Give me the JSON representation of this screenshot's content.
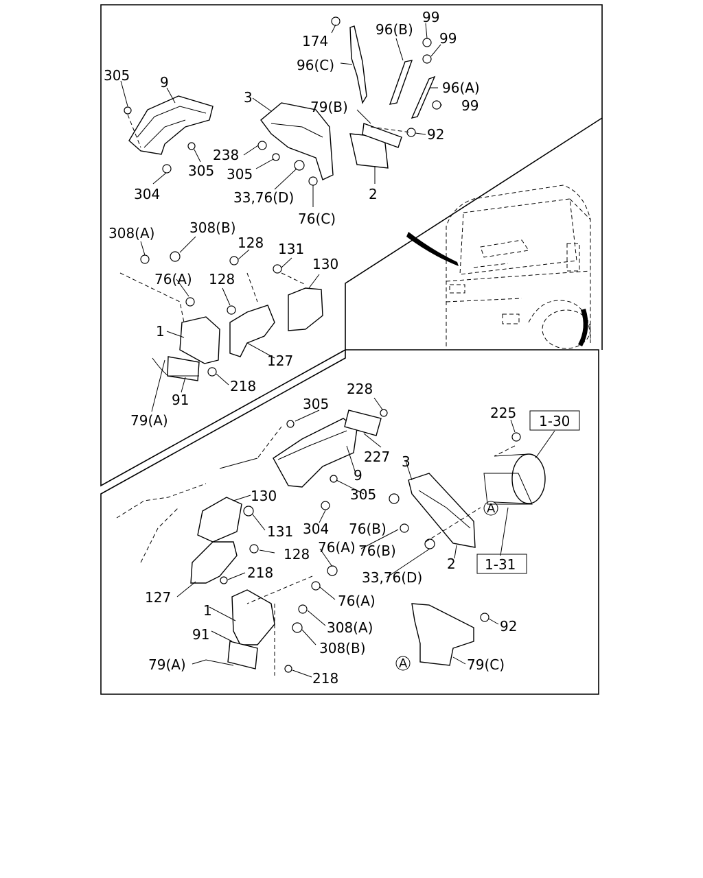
{
  "labels": {
    "top": {
      "l174": "174",
      "l96c": "96(C)",
      "l96b": "96(B)",
      "l99a": "99",
      "l99b": "99",
      "l96a": "96(A)",
      "l99c": "99",
      "l305a": "305",
      "l9": "9",
      "l3": "3",
      "l79b": "79(B)",
      "l92": "92",
      "l238": "238",
      "l305b": "305",
      "l305c": "305",
      "l304": "304",
      "l3376d": "33,76(D)",
      "l76c": "76(C)",
      "l2": "2"
    },
    "middle": {
      "l308a": "308(A)",
      "l308b": "308(B)",
      "l128a": "128",
      "l131": "131",
      "l130": "130",
      "l76a": "76(A)",
      "l128b": "128",
      "l1": "1",
      "l127": "127",
      "l218": "218",
      "l91": "91",
      "l79a": "79(A)"
    },
    "bottom": {
      "l228": "228",
      "l305a": "305",
      "l225": "225",
      "ref130": "1-30",
      "l227": "227",
      "l3": "3",
      "l9": "9",
      "l305b": "305",
      "l130": "130",
      "l304": "304",
      "l76b1": "76(B)",
      "l131": "131",
      "l76a1": "76(A)",
      "l76b2": "76(B)",
      "l128": "128",
      "l2": "2",
      "ref131": "1-31",
      "l3376d": "33,76(D)",
      "l218a": "218",
      "l127": "127",
      "l76a2": "76(A)",
      "l1": "1",
      "l308a": "308(A)",
      "l92": "92",
      "l91": "91",
      "l308b": "308(B)",
      "l79a": "79(A)",
      "l79c": "79(C)",
      "l218b": "218",
      "calloutA1": "A",
      "calloutA2": "A"
    }
  }
}
